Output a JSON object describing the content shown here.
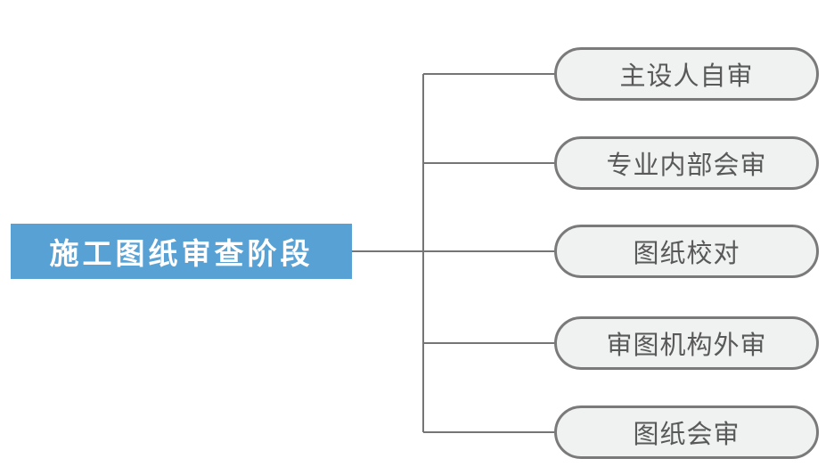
{
  "diagram": {
    "root": {
      "label": "施工图纸审查阶段"
    },
    "nodes": [
      {
        "label": "主设人自审"
      },
      {
        "label": "专业内部会审"
      },
      {
        "label": "图纸校对"
      },
      {
        "label": "审图机构外审"
      },
      {
        "label": "图纸会审"
      }
    ]
  },
  "colors": {
    "canvas-bg": "#ffffff",
    "root-bg": "#58a1d4",
    "root-text": "#ffffff",
    "node-bg": "#f0f1f1",
    "node-border": "#7a7a7a",
    "node-text": "#595959",
    "connector": "#757575"
  }
}
